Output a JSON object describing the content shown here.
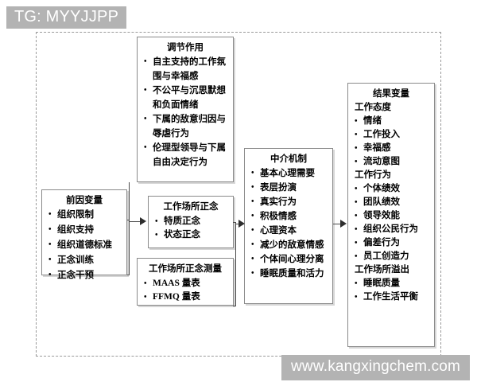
{
  "watermarks": {
    "top": "TG: MYYJJPP",
    "bottom": "www.kangxingchem.com"
  },
  "diagram": {
    "type": "conceptual-framework",
    "boxes": {
      "antecedent": {
        "title": "前因变量",
        "items": [
          "组织限制",
          "组织支持",
          "组织道德标准",
          "正念训练",
          "正念干预"
        ]
      },
      "moderator": {
        "title": "调节作用",
        "items": [
          "自主支持的工作氛围与幸福感",
          "不公平与沉思默想和负面情绪",
          "下属的敌意归因与辱虐行为",
          "伦理型领导与下属自由决定行为"
        ]
      },
      "mindfulness": {
        "title": "工作场所正念",
        "items": [
          "特质正念",
          "状态正念"
        ]
      },
      "measurement": {
        "title": "工作场所正念测量",
        "items": [
          "MAAS 量表",
          "FFMQ 量表"
        ]
      },
      "mediator": {
        "title": "中介机制",
        "items": [
          "基本心理需要",
          "表层扮演",
          "真实行为",
          "积极情感",
          "心理资本",
          "减少的敌意情感",
          "个体间心理分离",
          "睡眠质量和活力"
        ]
      },
      "outcome": {
        "title": "结果变量",
        "sections": [
          {
            "heading": "工作态度",
            "items": [
              "情绪",
              "工作投入",
              "幸福感",
              "流动意图"
            ]
          },
          {
            "heading": "工作行为",
            "items": [
              "个体绩效",
              "团队绩效",
              "领导效能",
              "组织公民行为",
              "偏差行为",
              "员工创造力"
            ]
          },
          {
            "heading": "工作场所溢出",
            "items": [
              "睡眠质量",
              "工作生活平衡"
            ]
          }
        ]
      }
    },
    "connections": [
      {
        "from": "antecedent",
        "to": "mindfulness",
        "style": "arrow"
      },
      {
        "from": "mindfulness",
        "to": "mediator",
        "style": "arrow"
      },
      {
        "from": "measurement",
        "to": "mediator",
        "style": "arrow"
      },
      {
        "from": "mediator",
        "to": "outcome",
        "style": "arrow"
      }
    ],
    "colors": {
      "box_border": "#8a8a8a",
      "frame_border": "#9a9a9a",
      "connector": "#4a4a4a",
      "watermark_bg": "#b3b3b3",
      "watermark_text": "#ffffff",
      "background": "#ffffff"
    }
  }
}
